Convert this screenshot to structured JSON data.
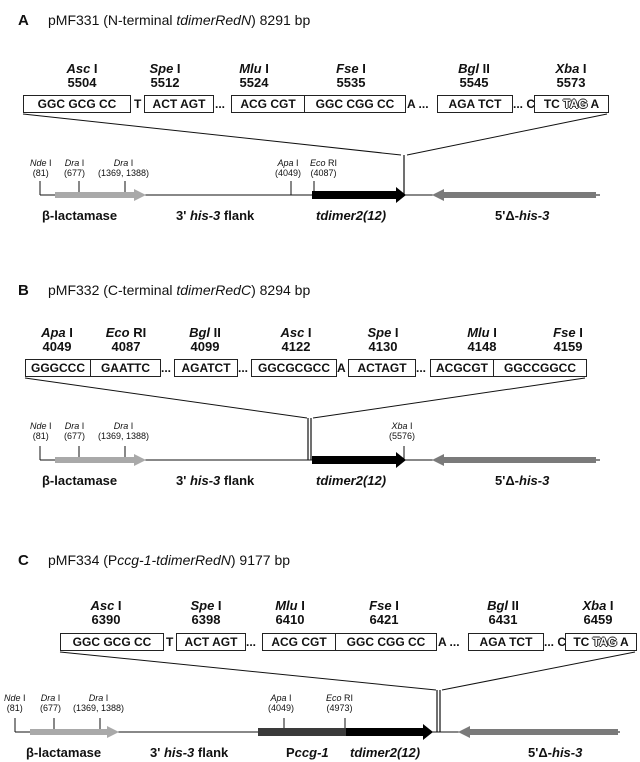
{
  "panels": [
    {
      "letter": "A",
      "plasmid": "pMF331",
      "desc_pre": "(N-terminal ",
      "desc_it": "tdimerRedN",
      "desc_post": ")",
      "size": "8291 bp",
      "enzymes": [
        {
          "name": "Asc",
          "roman": " I",
          "pos": "5504"
        },
        {
          "name": "Spe",
          "roman": " I",
          "pos": "5512"
        },
        {
          "name": "Mlu",
          "roman": " I",
          "pos": "5524"
        },
        {
          "name": "Fse",
          "roman": " I",
          "pos": "5535"
        },
        {
          "name": "Bgl",
          "roman": " II",
          "pos": "5545"
        },
        {
          "name": "Xba",
          "roman": " I",
          "pos": "5573"
        }
      ],
      "seq": [
        "GGC GCG CC",
        "T",
        "ACT AGT",
        "...",
        "ACG CGT",
        "GGC CGG CC",
        "A ...",
        "AGA TCT",
        "... C",
        "TC ",
        "TAG",
        " A"
      ],
      "sites": [
        {
          "name": "Nde",
          "roman": " I",
          "pos": "(81)"
        },
        {
          "name": "Dra",
          "roman": " I",
          "pos": "(677)"
        },
        {
          "name": "Dra",
          "roman": " I",
          "pos": "(1369, 1388)"
        },
        {
          "name": "Apa",
          "roman": " I",
          "pos": "(4049)"
        },
        {
          "name": "Eco",
          "roman": " RI",
          "pos": "(4087)"
        }
      ],
      "features": [
        "β-lactamase",
        "3' ",
        "his-3",
        " flank",
        "tdimer2(12)",
        "5'Δ-",
        "his-3"
      ]
    },
    {
      "letter": "B",
      "plasmid": "pMF332",
      "desc_pre": "(C-terminal ",
      "desc_it": "tdimerRedC",
      "desc_post": ")",
      "size": "8294 bp",
      "enzymes": [
        {
          "name": "Apa",
          "roman": " I",
          "pos": "4049"
        },
        {
          "name": "Eco",
          "roman": " RI",
          "pos": "4087"
        },
        {
          "name": "Bgl",
          "roman": " II",
          "pos": "4099"
        },
        {
          "name": "Asc",
          "roman": " I",
          "pos": "4122"
        },
        {
          "name": "Spe",
          "roman": " I",
          "pos": "4130"
        },
        {
          "name": "Mlu",
          "roman": " I",
          "pos": "4148"
        },
        {
          "name": "Fse",
          "roman": " I",
          "pos": "4159"
        }
      ],
      "seq": [
        "GGGCCC",
        "GAATTC",
        "...",
        "AGATCT",
        "...",
        "GGCGCGCC",
        "A",
        "ACTAGT",
        "...",
        "ACGCGT",
        "GGCCGGCC"
      ],
      "sites": [
        {
          "name": "Nde",
          "roman": " I",
          "pos": "(81)"
        },
        {
          "name": "Dra",
          "roman": " I",
          "pos": "(677)"
        },
        {
          "name": "Dra",
          "roman": " I",
          "pos": "(1369, 1388)"
        },
        {
          "name": "Xba",
          "roman": " I",
          "pos": "(5576)"
        }
      ],
      "features": [
        "β-lactamase",
        "3' ",
        "his-3",
        " flank",
        "tdimer2(12)",
        "5'Δ-",
        "his-3"
      ]
    },
    {
      "letter": "C",
      "plasmid": "pMF334",
      "desc_pre": "(P",
      "desc_it": "ccg-1-tdimerRedN",
      "desc_post": ")",
      "size": "9177 bp",
      "enzymes": [
        {
          "name": "Asc",
          "roman": " I",
          "pos": "6390"
        },
        {
          "name": "Spe",
          "roman": " I",
          "pos": "6398"
        },
        {
          "name": "Mlu",
          "roman": " I",
          "pos": "6410"
        },
        {
          "name": "Fse",
          "roman": " I",
          "pos": "6421"
        },
        {
          "name": "Bgl",
          "roman": " II",
          "pos": "6431"
        },
        {
          "name": "Xba",
          "roman": " I",
          "pos": "6459"
        }
      ],
      "seq": [
        "GGC GCG CC",
        "T",
        "ACT AGT",
        "...",
        "ACG CGT",
        "GGC CGG CC",
        "A ...",
        "AGA TCT",
        "... C",
        "TC ",
        "TAG",
        " A"
      ],
      "sites": [
        {
          "name": "Nde",
          "roman": " I",
          "pos": "(81)"
        },
        {
          "name": "Dra",
          "roman": " I",
          "pos": "(677)"
        },
        {
          "name": "Dra",
          "roman": " I",
          "pos": "(1369, 1388)"
        },
        {
          "name": "Apa",
          "roman": " I",
          "pos": "(4049)"
        },
        {
          "name": "Eco",
          "roman": " RI",
          "pos": "(4973)"
        }
      ],
      "features": [
        "β-lactamase",
        "3' ",
        "his-3",
        " flank",
        "P",
        "ccg-1",
        "tdimer2(12)",
        "5'Δ-",
        "his-3"
      ]
    }
  ],
  "colors": {
    "ink": "#111111",
    "arrow_light": "#a9a9a9",
    "arrow_dark": "#7a7a7a",
    "insert": "#000000",
    "promoter": "#3a3a3a"
  }
}
